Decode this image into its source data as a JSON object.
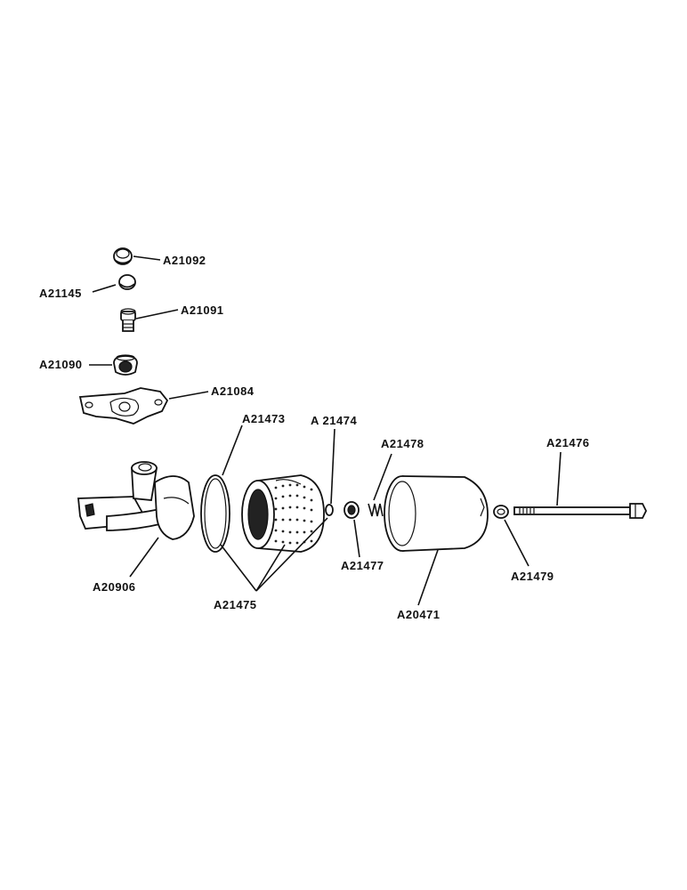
{
  "parts": [
    {
      "id": "a21092",
      "number": "A21092"
    },
    {
      "id": "a21145",
      "number": "A21145"
    },
    {
      "id": "a21091",
      "number": "A21091"
    },
    {
      "id": "a21090",
      "number": "A21090"
    },
    {
      "id": "a21084",
      "number": "A21084"
    },
    {
      "id": "a21473",
      "number": "A21473"
    },
    {
      "id": "a21474",
      "number": "A 21474"
    },
    {
      "id": "a21478",
      "number": "A21478"
    },
    {
      "id": "a21476",
      "number": "A21476"
    },
    {
      "id": "a20906",
      "number": "A20906"
    },
    {
      "id": "a21475",
      "number": "A21475"
    },
    {
      "id": "a21477",
      "number": "A21477"
    },
    {
      "id": "a20471",
      "number": "A20471"
    },
    {
      "id": "a21479",
      "number": "A21479"
    }
  ]
}
